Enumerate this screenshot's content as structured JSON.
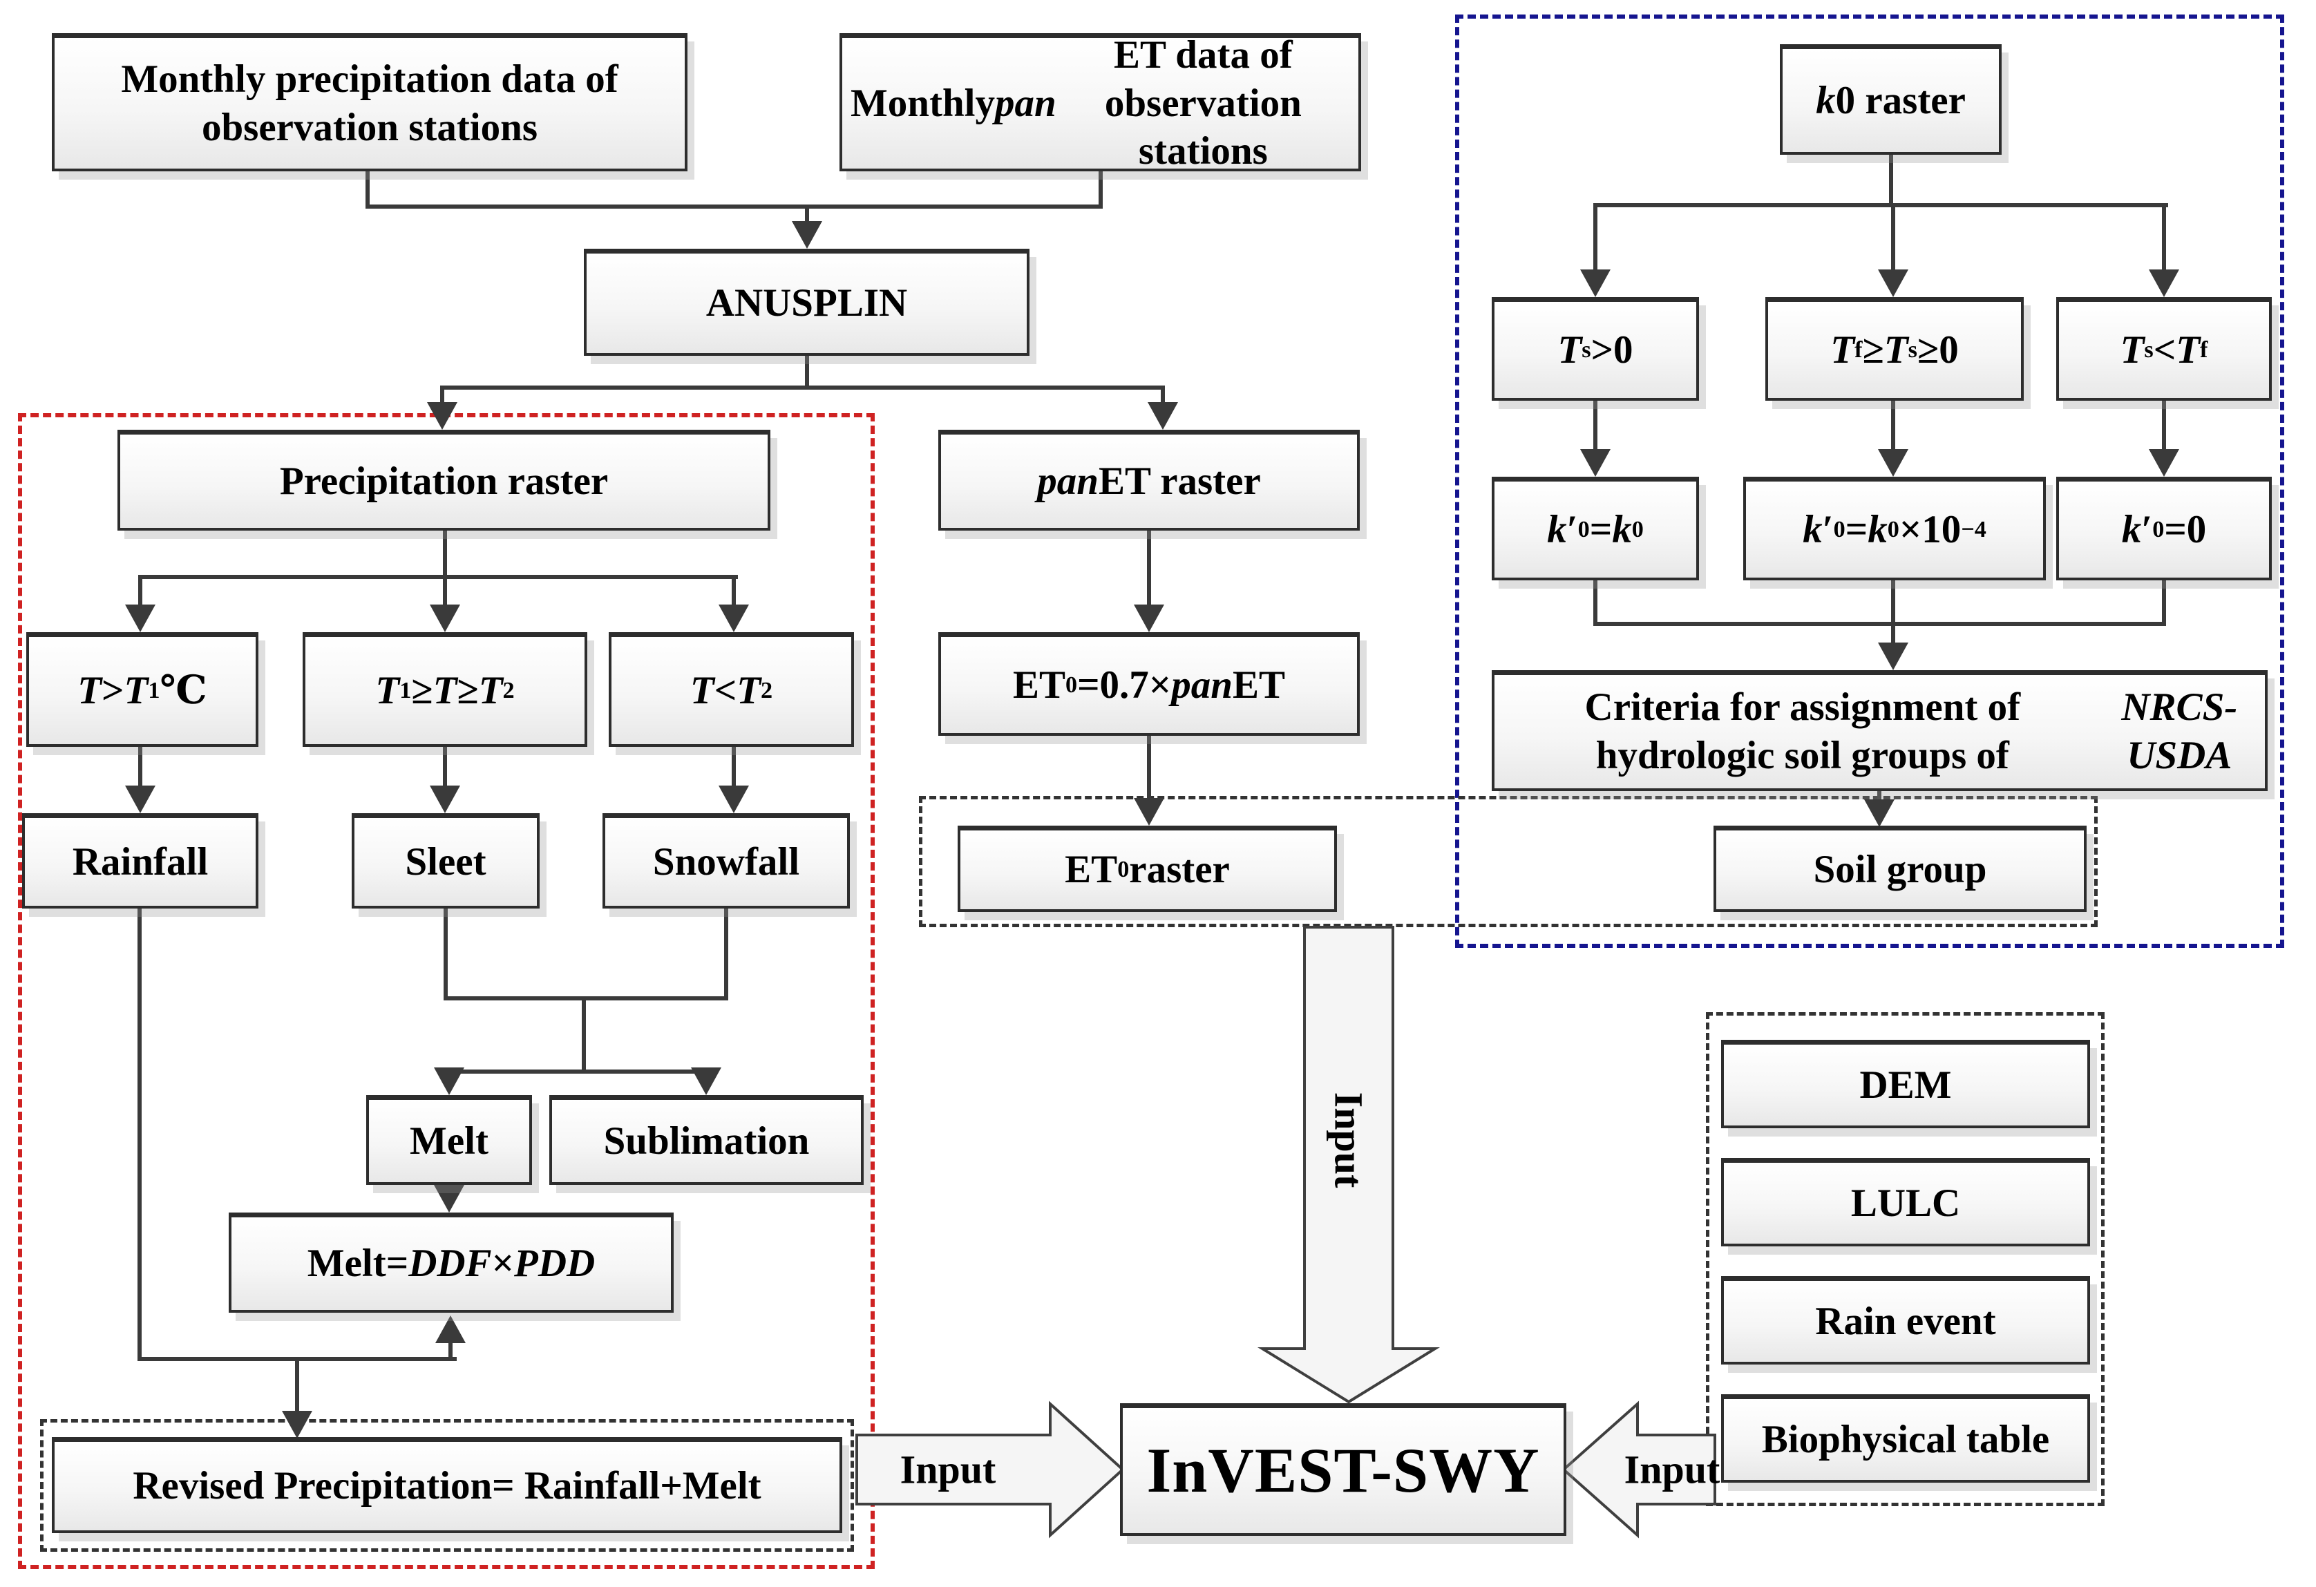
{
  "figure": {
    "type": "flowchart",
    "colors": {
      "red_dashed": "#cf2222",
      "blue_dashed": "#15158f",
      "black_dashed": "#333333",
      "line": "#3a3a3a"
    },
    "nodes": {
      "monthly_precip": {
        "label": "Monthly precipitation data of observation stations"
      },
      "monthly_panet": {
        "label": "Monthly *{pan}ET data of observation stations"
      },
      "anusplin": {
        "label": "ANUSPLIN"
      },
      "precip_raster": {
        "label": "Precipitation raster"
      },
      "panet_raster": {
        "label": "*{pan}ET raster"
      },
      "cond_warm": {
        "label": "*{T}>*{T}_{1}℃"
      },
      "cond_mix": {
        "label": "*{T}_{1}≥*{T}≥*{T}_{2}"
      },
      "cond_cold": {
        "label": "*{T}<*{T}_{2}"
      },
      "rainfall": {
        "label": "Rainfall"
      },
      "sleet": {
        "label": "Sleet"
      },
      "snowfall": {
        "label": "Snowfall"
      },
      "melt": {
        "label": "Melt"
      },
      "sublimation": {
        "label": "Sublimation"
      },
      "melt_formula": {
        "label": "Melt=*{DDF}×*{PDD}"
      },
      "revised_precip": {
        "label": "Revised Precipitation= Rainfall+Melt"
      },
      "et0_formula": {
        "label": "ET_{0}=0.7×*{pan}ET"
      },
      "et0_raster": {
        "label": "ET_{0} raster"
      },
      "invest": {
        "label": "InVEST-SWY"
      },
      "k0_raster": {
        "label": "*{k}0 raster"
      },
      "ts_warm": {
        "label": "*{T}_{s}>0"
      },
      "ts_mid": {
        "label": "*{T}_{f}≥*{T}_{s}≥0"
      },
      "ts_cold": {
        "label": "*{T}_{s}<*{T}_{f}"
      },
      "k_eq": {
        "label": "*{k}′_{0}=*{k}_{0}"
      },
      "k_scaled": {
        "label": "*{k}′_{0}=*{k}_{0}×10^{−4}"
      },
      "k_zero": {
        "label": "*{k}′_{0}=0"
      },
      "criteria": {
        "label": "Criteria for assignment of hydrologic soil groups of *{NRCS-USDA}"
      },
      "soil_group": {
        "label": "Soil group"
      },
      "dem": {
        "label": "DEM"
      },
      "lulc": {
        "label": "LULC"
      },
      "rain_event": {
        "label": "Rain event"
      },
      "biophysical": {
        "label": "Biophysical table"
      }
    },
    "arrows": {
      "input_top": "Input",
      "input_left": "Input",
      "input_right": "Input"
    }
  }
}
